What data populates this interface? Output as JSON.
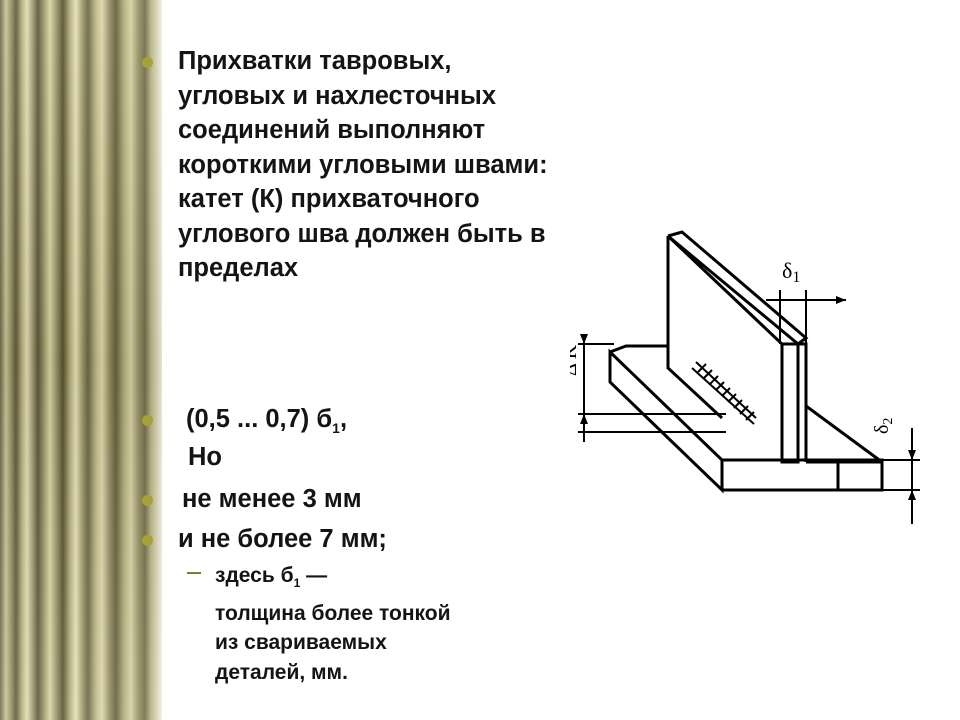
{
  "bullets": [
    {
      "text": "Прихватки тавровых, угловых и нахлесточных соединений выполняют короткими угловыми швами: катет (К) прихваточного углового шва должен быть в пределах"
    },
    {
      "text_before": "(0,5 ... 0,7) б",
      "subscript": "1",
      "text_after": ","
    },
    {
      "text": "Но"
    },
    {
      "text": "не менее 3 мм"
    },
    {
      "text": "и не более 7 мм;"
    }
  ],
  "sub_bullet": {
    "line1_before": "здесь б",
    "line1_sub": "1",
    "line1_after": " —",
    "line2": "толщина более тонкой",
    "line3": "из свариваемых",
    "line4": "деталей, мм."
  },
  "diagram_labels": {
    "delta_k": "Δ K",
    "delta1": "δ",
    "delta1_sub": "1",
    "delta2": "δ",
    "delta2_sub": "2"
  },
  "colors": {
    "bullet": "#a5a338",
    "text": "#141414",
    "dash": "#7f7d2e"
  }
}
